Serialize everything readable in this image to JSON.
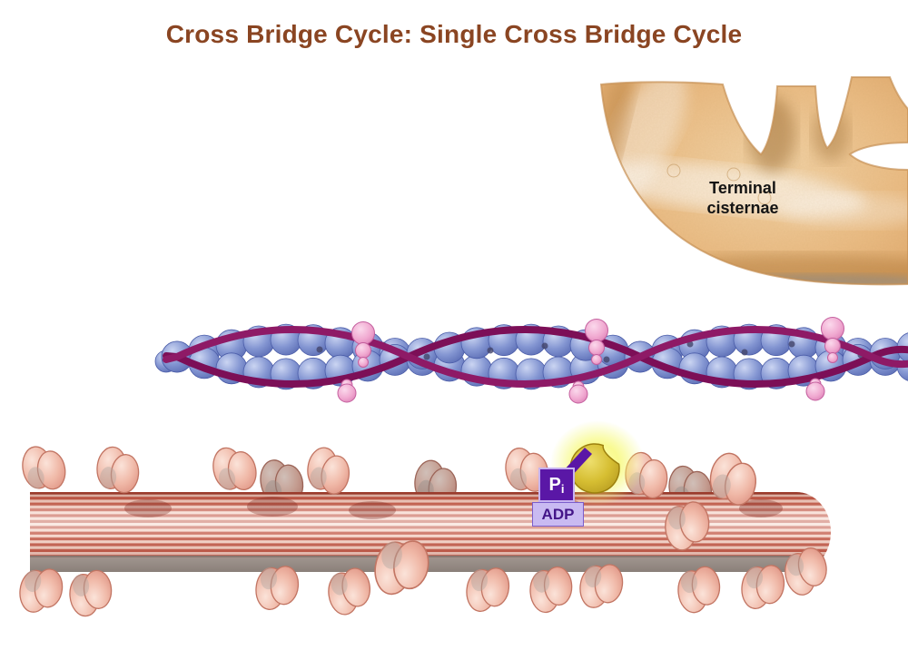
{
  "title": "Cross Bridge Cycle: Single Cross Bridge Cycle",
  "cisternae_label": {
    "line1": "Terminal",
    "line2": "cisternae"
  },
  "cross_bridge_state": {
    "phosphate_symbol": "P",
    "phosphate_subscript": "i",
    "nucleotide_label": "ADP"
  },
  "colors": {
    "background": "#FFFFFF",
    "title_text": "#8A4522",
    "label_text": "#141414",
    "cisternae_base": "#EBBC84",
    "cisternae_highlight": "#FBEED8",
    "cisternae_shadow": "#BE8A4C",
    "actin_bead": "#8496D2",
    "tropomyosin": "#8E1A66",
    "troponin": "#F0A8D0",
    "myosin_light": "#F4D2C6",
    "myosin_dark": "#C35B49",
    "myosin_head": "#EFB5A4",
    "myosin_base_band": "#B3A8A1",
    "pi_box": "#5A17A6",
    "pi_text": "#FFFFFF",
    "adp_box": "#C9BAF2",
    "adp_text": "#431588",
    "atp_body": "#D4BC2E",
    "atp_glow": "#F6F95F"
  }
}
